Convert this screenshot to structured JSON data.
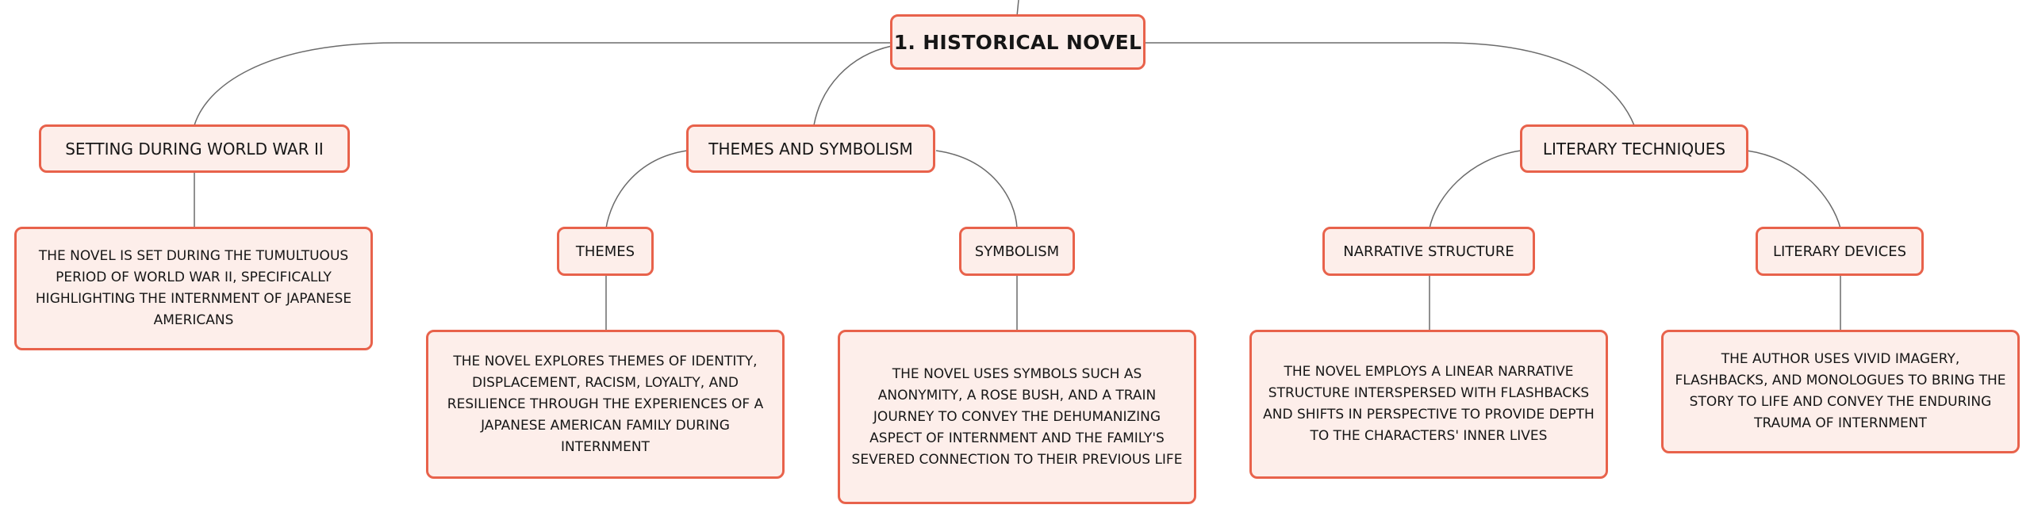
{
  "diagram": {
    "root": {
      "id": "root",
      "label": "1. HISTORICAL NOVEL"
    },
    "branches": [
      {
        "id": "setting",
        "label": "SETTING DURING WORLD WAR II",
        "detail": "THE NOVEL IS SET DURING THE TUMULTUOUS PERIOD OF WORLD WAR II, SPECIFICALLY HIGHLIGHTING THE INTERNMENT OF JAPANESE AMERICANS"
      },
      {
        "id": "themes-symbolism",
        "label": "THEMES AND SYMBOLISM",
        "children": [
          {
            "id": "themes",
            "label": "THEMES",
            "detail": "THE NOVEL EXPLORES THEMES OF IDENTITY, DISPLACEMENT, RACISM, LOYALTY, AND RESILIENCE THROUGH THE EXPERIENCES OF A JAPANESE AMERICAN FAMILY DURING INTERNMENT"
          },
          {
            "id": "symbolism",
            "label": "SYMBOLISM",
            "detail": "THE NOVEL USES SYMBOLS SUCH AS ANONYMITY, A ROSE BUSH, AND A TRAIN JOURNEY TO CONVEY THE DEHUMANIZING ASPECT OF INTERNMENT AND THE FAMILY'S SEVERED CONNECTION TO THEIR PREVIOUS LIFE"
          }
        ]
      },
      {
        "id": "literary-techniques",
        "label": "LITERARY TECHNIQUES",
        "children": [
          {
            "id": "narrative-structure",
            "label": "NARRATIVE STRUCTURE",
            "detail": "THE NOVEL EMPLOYS A LINEAR NARRATIVE STRUCTURE INTERSPERSED WITH FLASHBACKS AND SHIFTS IN PERSPECTIVE TO PROVIDE DEPTH TO THE CHARACTERS' INNER LIVES"
          },
          {
            "id": "literary-devices",
            "label": "LITERARY DEVICES",
            "detail": "THE AUTHOR USES VIVID IMAGERY, FLASHBACKS, AND MONOLOGUES TO BRING THE STORY TO LIFE AND CONVEY THE ENDURING TRAUMA OF INTERNMENT"
          }
        ]
      }
    ]
  },
  "colors": {
    "node_fill": "#fdeeea",
    "node_border": "#e8624b",
    "connector": "#6b6b6b",
    "text": "#161616"
  }
}
